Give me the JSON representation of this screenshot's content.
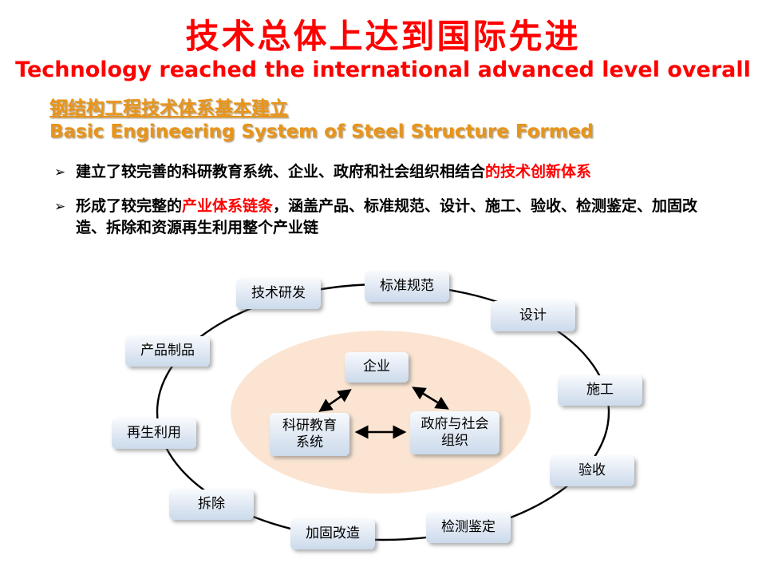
{
  "title": "技术总体上达到国际先进",
  "subtitle": "Technology reached the international advanced level overall",
  "section": {
    "heading_zh": "钢结构工程技术体系基本建立",
    "heading_en": "Basic Engineering System of Steel Structure Formed"
  },
  "bullet_char": "➢",
  "bullets": [
    {
      "black_1": "建立了较完善的科研教育系统、企业、政府和社会组织相结合",
      "red": "的技术创新体系",
      "black_2": ""
    },
    {
      "black_1": "形成了较完整的",
      "red": "产业体系链条",
      "black_2": "，涵盖产品、标准规范、设计、施工、验收、检测鉴定、加固改造、拆除和资源再生利用整个产业链"
    }
  ],
  "diagram": {
    "outer_nodes": [
      {
        "label": "标准规范"
      },
      {
        "label": "技术研发"
      },
      {
        "label": "设计"
      },
      {
        "label": "产品制品"
      },
      {
        "label": "施工"
      },
      {
        "label": "再生利用"
      },
      {
        "label": "验收"
      },
      {
        "label": "拆除"
      },
      {
        "label": "检测鉴定"
      },
      {
        "label": "加固改造"
      }
    ],
    "inner_nodes": [
      {
        "label": "企业"
      },
      {
        "label": "科研教育\n系统"
      },
      {
        "label": "政府与社会\n组织"
      }
    ]
  },
  "colors": {
    "title_red": "#FF0000",
    "heading_orange": "#E8941A",
    "inner_ellipse_fill": "#FBE5D2",
    "node_fill_top": "#F7FAFD",
    "node_fill_bottom": "#CBDAEB",
    "ring_stroke": "#000000"
  }
}
